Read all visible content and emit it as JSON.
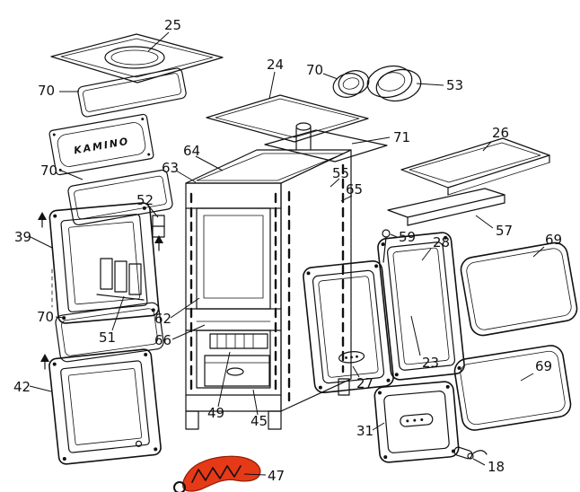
{
  "diagram": {
    "brand_plate_text": "KAMINO",
    "highlight_color": "#e63917",
    "highlight_shadow": "#8f1d05",
    "line_color": "#111111",
    "background_color": "#ffffff",
    "highlighted_part": "47",
    "parts": {
      "p25": "25",
      "p70a": "70",
      "p70b": "70",
      "p70c": "70",
      "p70d": "70",
      "p24": "24",
      "p53": "53",
      "p26": "26",
      "p71": "71",
      "p64": "64",
      "p63": "63",
      "p55": "55",
      "p65": "65",
      "p52": "52",
      "p57": "57",
      "p59": "59",
      "p28": "28",
      "p69a": "69",
      "p69b": "69",
      "p39": "39",
      "p62": "62",
      "p51": "51",
      "p66": "66",
      "p23": "23",
      "p27": "27",
      "p42": "42",
      "p49": "49",
      "p45": "45",
      "p31": "31",
      "p18": "18",
      "p47": "47"
    }
  }
}
